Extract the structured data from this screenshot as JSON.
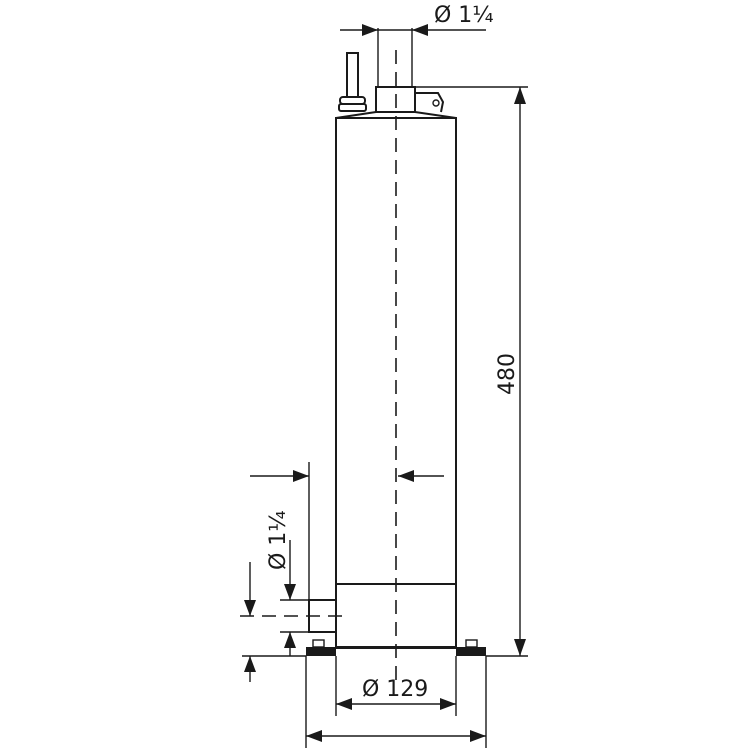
{
  "dimensions": {
    "outlet_top": "Ø 1¼",
    "outlet_side": "Ø 1¼",
    "height": "480",
    "body_diameter": "Ø 129"
  },
  "colors": {
    "line": "#1a1a1a",
    "background": "#ffffff"
  }
}
